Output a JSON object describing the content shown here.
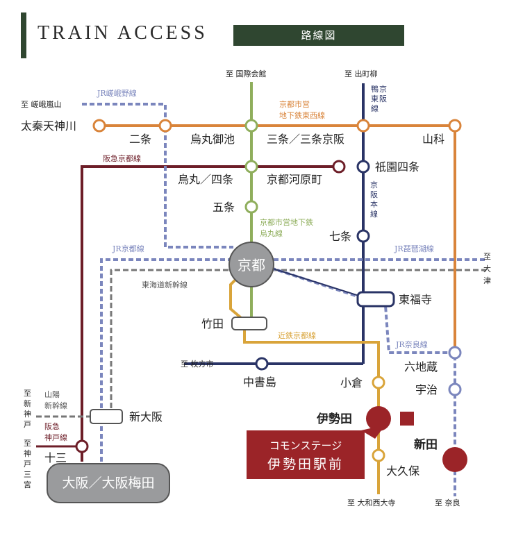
{
  "header": {
    "title": "TRAIN ACCESS",
    "subtitle": "路線図"
  },
  "colors": {
    "tozai": "#d9843a",
    "karasuma": "#8fae5c",
    "keihan": "#2a3466",
    "hankyu": "#6d1e28",
    "kintetsu": "#d9a43a",
    "jr": "#7b86bd",
    "brand": "#9b2428",
    "kyoto": "#9a9b9d"
  },
  "destinations": {
    "sagaarashiyama": "至 嵯峨嵐山",
    "kokusaikaikan": "至 国際会館",
    "demachiyanagi": "至 出町柳",
    "otsu_to": "至",
    "otsu_1": "大",
    "otsu_2": "津",
    "hirakatashi": "至 枚方市",
    "yamatosaidaiji": "至 大和西大寺",
    "nara": "至 奈良",
    "shinkobe_1": "至",
    "shinkobe_2": "新",
    "shinkobe_3": "神",
    "shinkobe_4": "戸",
    "kobesannomiya_1": "至",
    "kobesannomiya_2": "神",
    "kobesannomiya_3": "戸",
    "kobesannomiya_4": "三",
    "kobesannomiya_5": "宮"
  },
  "lines": {
    "jr_sagano": "JR嵯峨野線",
    "tozai_1": "京都市営",
    "tozai_2": "地下鉄東西線",
    "keihan_oto_1": "鴨",
    "keihan_oto_2": "東",
    "keihan_oto_3": "線",
    "keihan_oto_4": "京",
    "keihan_oto_5": "阪",
    "hankyu_kyoto": "阪急京都線",
    "keihan_main_1": "京",
    "keihan_main_2": "阪",
    "keihan_main_3": "本",
    "keihan_main_4": "線",
    "karasuma_1": "京都市営地下鉄",
    "karasuma_2": "烏丸線",
    "jr_kyoto": "JR京都線",
    "jr_biwako": "JR琵琶湖線",
    "tokaido_shinkansen": "東海道新幹線",
    "kintetsu_kyoto": "近鉄京都線",
    "jr_nara": "JR奈良線",
    "sanyo_1": "山陽",
    "sanyo_2": "新幹線",
    "hankyu_kobe_1": "阪急",
    "hankyu_kobe_2": "神戸線"
  },
  "stations": {
    "uzumasa": "太秦天神川",
    "nijo": "二条",
    "karasumaoike": "烏丸御池",
    "sanjo": "三条／三条京阪",
    "yamashina": "山科",
    "karasuma_shijo": "烏丸／四条",
    "kawaramachi": "京都河原町",
    "gion": "祇園四条",
    "gojo": "五条",
    "shichijo": "七条",
    "kyoto": "京都",
    "tofukuji": "東福寺",
    "takeda": "竹田",
    "chushojima": "中書島",
    "rokujizo": "六地蔵",
    "uji": "宇治",
    "ogura": "小倉",
    "iseda": "伊勢田",
    "shinden": "新田",
    "okubo": "大久保",
    "shinosaka": "新大阪",
    "juso": "十三",
    "osaka": "大阪／大阪梅田"
  },
  "callout": {
    "line1": "コモンステージ",
    "line2": "伊勢田駅前"
  }
}
